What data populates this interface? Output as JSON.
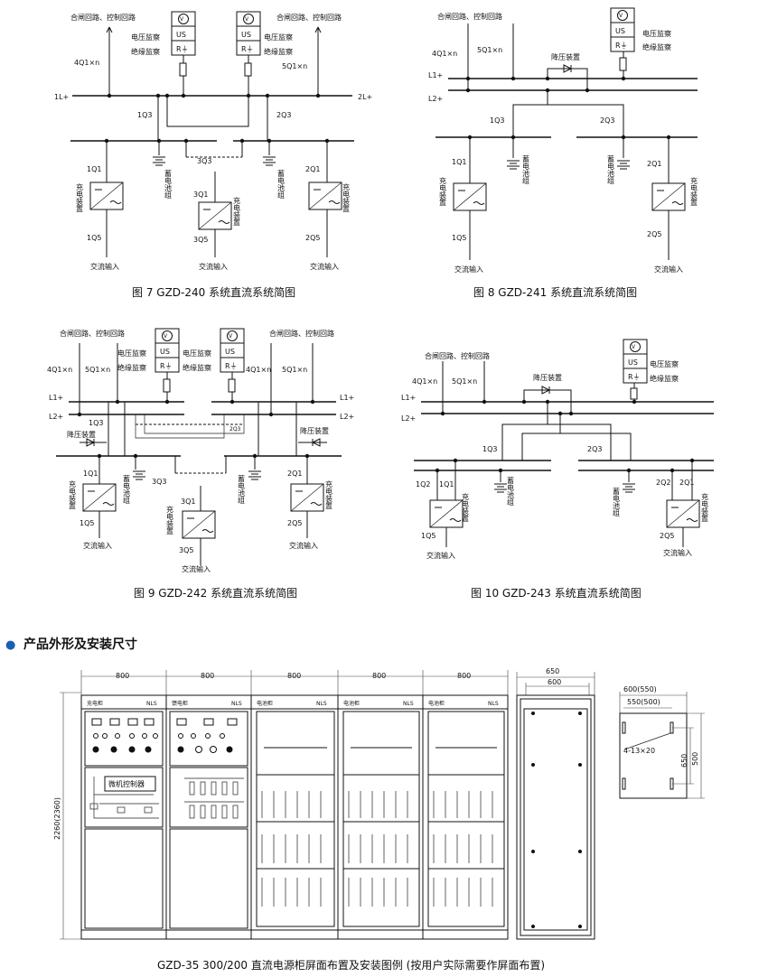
{
  "labels": {
    "closing_control": "合闸回路、控制回路",
    "voltage_monitor": "电压监察",
    "insulation_monitor": "绝缘监察",
    "buck_device": "降压装置",
    "charger": "充电装置",
    "battery_group": "蓄电池组",
    "ac_input": "交流输入",
    "v_symbol": "V",
    "us": "US",
    "r_ground": "R⏚",
    "l1_plus": "L1+",
    "l2_plus": "L2+",
    "one_l_plus": "1L+",
    "two_l_plus": "2L+"
  },
  "switches": {
    "q4_1": "4Q1×n",
    "q5_1": "5Q1×n",
    "q1_3": "1Q3",
    "q2_3": "2Q3",
    "q3_3": "3Q3",
    "q1_1": "1Q1",
    "q2_1": "2Q1",
    "q3_1": "3Q1",
    "q1_5": "1Q5",
    "q2_5": "2Q5",
    "q3_5": "3Q5",
    "q1_2": "1Q2",
    "q2_2": "2Q2"
  },
  "figures": {
    "fig7": "图 7 GZD-240 系统直流系统简图",
    "fig8": "图 8 GZD-241 系统直流系统简图",
    "fig9": "图 9 GZD-242 系统直流系统简图",
    "fig10": "图 10 GZD-243 系统直流系统简图"
  },
  "section": {
    "bullet": "●",
    "title": "产品外形及安装尺寸"
  },
  "cabinets": {
    "widths": [
      "800",
      "800",
      "800",
      "800",
      "800"
    ],
    "names": [
      "充电柜",
      "馈电柜",
      "电池柜",
      "电池柜",
      "电池柜"
    ],
    "brand": "NLS",
    "height_label": "2260(2360)",
    "controller": "微机控制器"
  },
  "side_view": {
    "depth_outer": "650",
    "depth_inner": "600"
  },
  "base_plan": {
    "outer": "600(550)",
    "inner": "550(500)",
    "holes": "4-13×20",
    "dim_650": "650",
    "dim_500": "500"
  },
  "caption": "GZD-35 300/200 直流电源柜屏面布置及安装图例 (按用户实际需要作屏面布置)"
}
